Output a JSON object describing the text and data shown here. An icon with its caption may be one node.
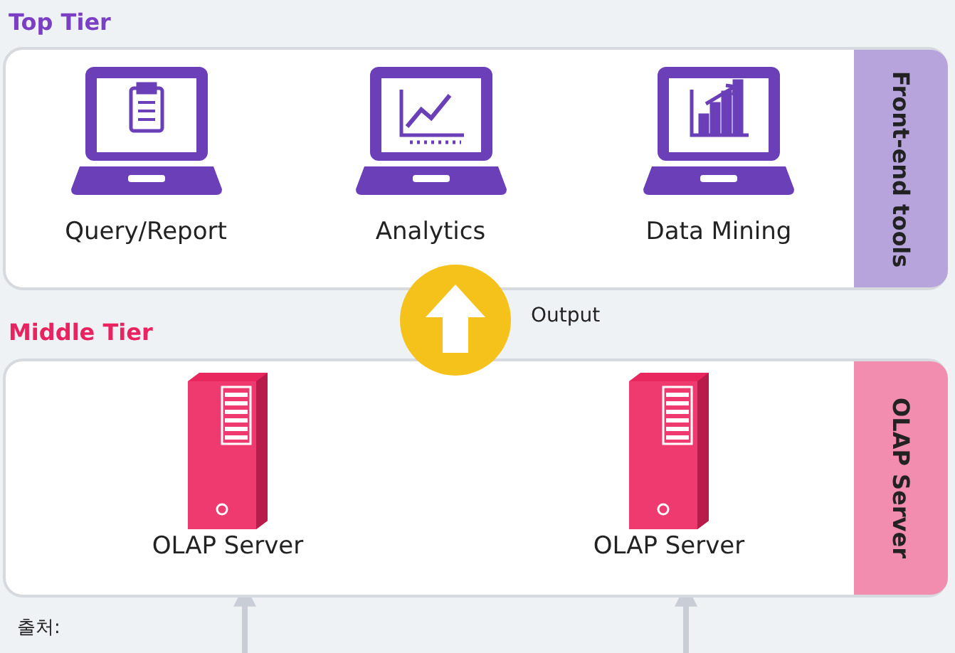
{
  "diagram": {
    "nodes": [
      {
        "text": [
          "Top Tier"
        ]
      },
      {
        "text": [
          "Query/Report"
        ],
        "in": 0
      },
      {
        "text": [
          "Analytics"
        ],
        "in": 0
      },
      {
        "text": [
          "Data Mining"
        ],
        "in": 0
      },
      {
        "text": [
          "Front-end tools"
        ],
        "in": 0
      },
      {
        "text": [],
        "shape": "circle",
        "beside": [
          "Output"
        ]
      },
      {
        "text": [
          "Middle Tier"
        ]
      },
      {
        "text": [
          "OLAP Server"
        ],
        "in": 6
      },
      {
        "text": [
          "OLAP Server"
        ],
        "in": 6
      },
      {
        "text": [
          "OLAP Server"
        ],
        "in": 6
      }
    ],
    "edges": [
      {
        "from": null,
        "to": 7,
        "arrow": "to"
      },
      {
        "from": null,
        "to": 8,
        "arrow": "to"
      }
    ],
    "labels": [
      "출처:"
    ]
  }
}
